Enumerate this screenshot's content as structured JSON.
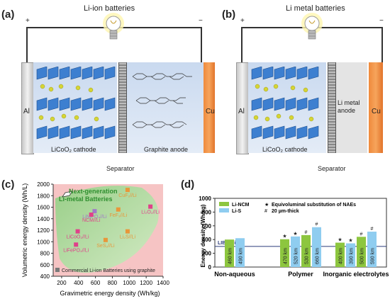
{
  "panels": {
    "a": {
      "label": "(a)",
      "title": "Li-ion batteries",
      "plus": "+",
      "minus": "−",
      "al": "Al",
      "cu": "Cu",
      "cathode": "LiCoO₂ cathode",
      "anode": "Graphite anode",
      "separator": "Separator"
    },
    "b": {
      "label": "(b)",
      "title": "Li metal batteries",
      "plus": "+",
      "minus": "−",
      "al": "Al",
      "cu": "Cu",
      "cathode": "LiCoO₂ cathode",
      "anode": "Li metal anode",
      "separator": "Separator"
    },
    "c": {
      "label": "(c)"
    },
    "d": {
      "label": "(d)"
    }
  },
  "chart_data": [
    {
      "type": "scatter",
      "xlabel": "Gravimetric energy density (Wh/kg)",
      "ylabel": "Volumetric energy density (Wh/L)",
      "xlim": [
        100,
        1400
      ],
      "ylim": [
        400,
        2000
      ],
      "xticks": [
        200,
        400,
        600,
        800,
        1000,
        1200,
        1400
      ],
      "yticks": [
        400,
        600,
        800,
        1000,
        1200,
        1400,
        1600,
        1800,
        2000
      ],
      "region_label_1": "Next-generation",
      "region_label_2": "Li-metal Batteries",
      "legend_label": "Commercial Li-ion Batteries using graphite",
      "colors": {
        "background": "#f6c4c4",
        "region": "#a9dc9b",
        "commercial": "#7a7a7a"
      },
      "points": [
        {
          "label": "CuF₂//Li",
          "x": 980,
          "y": 1900,
          "color": "#e8973a"
        },
        {
          "label": "LiNiPO₄//Li",
          "x": 590,
          "y": 1530,
          "color": "#a07ac8"
        },
        {
          "label": "NCM//Li",
          "x": 550,
          "y": 1470,
          "color": "#e0408a"
        },
        {
          "label": "FeF₃//Li",
          "x": 870,
          "y": 1560,
          "color": "#e8973a"
        },
        {
          "label": "Li₂O₂//Li",
          "x": 1250,
          "y": 1610,
          "color": "#e0408a"
        },
        {
          "label": "LiCoO₂//Li",
          "x": 390,
          "y": 1180,
          "color": "#e0408a"
        },
        {
          "label": "LiFePO₄//Li",
          "x": 370,
          "y": 950,
          "color": "#e0408a"
        },
        {
          "label": "Li₂S//Li",
          "x": 980,
          "y": 1180,
          "color": "#e8973a"
        },
        {
          "label": "SeS₂//Li",
          "x": 720,
          "y": 1030,
          "color": "#e8973a"
        }
      ]
    },
    {
      "type": "bar",
      "ylabel": "Energy density (Wh/kg)",
      "ylim": [
        0,
        1000
      ],
      "yticks": [
        0,
        200,
        400,
        600,
        800,
        1000
      ],
      "legend": [
        {
          "name": "Li-NCM",
          "color": "#8dc63f"
        },
        {
          "name": "Li-S",
          "color": "#8fcdf0"
        }
      ],
      "notes": [
        {
          "symbol": "★",
          "text": "Equivoluminal substitution of NAEs"
        },
        {
          "symbol": "#",
          "text": "20 µm-thick"
        }
      ],
      "lib_limit_label": "LIB limit",
      "lib_limit_value": 300,
      "groups": [
        {
          "name": "Non-aqueous",
          "bars": [
            {
              "series": "Li-NCM",
              "value": 400,
              "range": "460 km",
              "marker": ""
            },
            {
              "series": "Li-S",
              "value": 420,
              "range": "490 km",
              "marker": ""
            }
          ]
        },
        {
          "name": "Polymer",
          "bars": [
            {
              "series": "Li-NCM",
              "value": 405,
              "range": "470 km",
              "marker": "★"
            },
            {
              "series": "Li-S",
              "value": 445,
              "range": "520 km",
              "marker": "★"
            },
            {
              "series": "Li-NCM",
              "value": 465,
              "range": "530 km",
              "marker": "#"
            },
            {
              "series": "Li-S",
              "value": 580,
              "range": "660 km",
              "marker": "#"
            }
          ]
        },
        {
          "name": "Inorganic electrolytes",
          "bars": [
            {
              "series": "Li-NCM",
              "value": 355,
              "range": "400 km",
              "marker": "★"
            },
            {
              "series": "Li-S",
              "value": 345,
              "range": "390 km",
              "marker": "★"
            },
            {
              "series": "Li-NCM",
              "value": 440,
              "range": "500 km",
              "marker": "#"
            },
            {
              "series": "Li-S",
              "value": 515,
              "range": "590 km",
              "marker": "#"
            }
          ]
        }
      ]
    }
  ]
}
